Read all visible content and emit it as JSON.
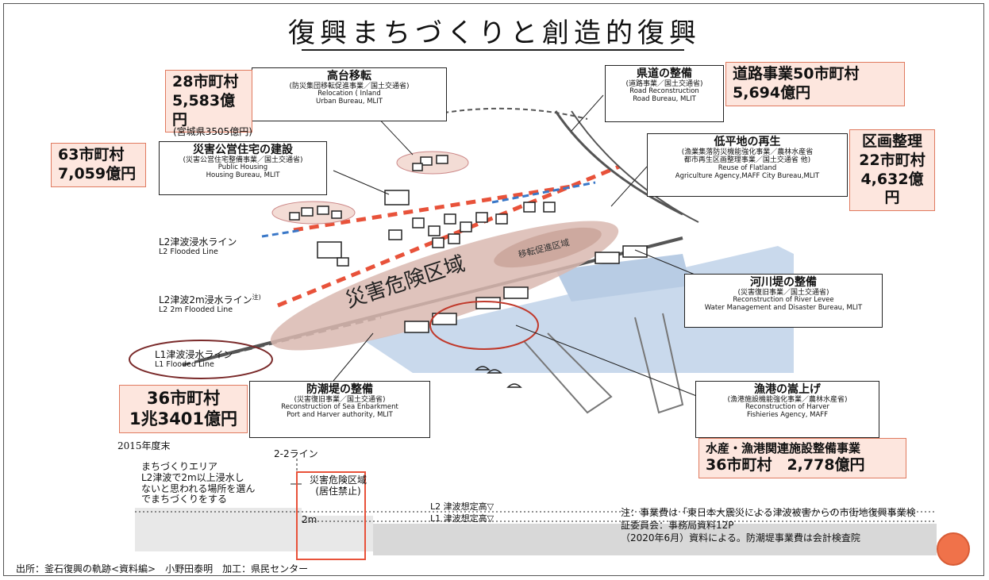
{
  "title": "復興まちづくりと創造的復興",
  "relocation": {
    "jp": "高台移転",
    "sub": "(防災集団移転促進事業／国土交通省)",
    "en1": "Relocation ( Inland",
    "en2": "Urban Bureau, MLIT",
    "count": "28市町村",
    "amount": "5,583億円",
    "note": "(宮城県3505億円)"
  },
  "public_housing": {
    "jp": "災害公営住宅の建設",
    "sub": "(災害公営住宅整備事業／国土交通省)",
    "en1": "Public Housing",
    "en2": "Housing Bureau, MLIT",
    "count": "63市町村",
    "amount": "7,059億円"
  },
  "prefectural_road": {
    "jp": "県道の整備",
    "sub": "(道路事業／国土交通省)",
    "en1": "Road Reconstruction",
    "en2": "Road Bureau, MLIT",
    "amount": "道路事業50市町村",
    "amount2": "5,694億円"
  },
  "lowland": {
    "jp": "低平地の再生",
    "sub1": "(漁業集落防災機能強化事業／農林水産省",
    "sub2": "都市再生区画整理事業／国土交通省 他)",
    "en1": "Reuse of Flatland",
    "en2": "Agriculture Agency,MAFF City Bureau,MLIT",
    "label": "区画整理",
    "count": "22市町村",
    "amount": "4,632億円"
  },
  "river_levee": {
    "jp": "河川堤の整備",
    "sub": "(災害復旧事業／国土交通省)",
    "en1": "Reconstruction of River Levee",
    "en2": "Water Management and Disaster Bureau, MLIT"
  },
  "seawall": {
    "jp": "防潮堤の整備",
    "sub": "(災害復旧事業／国土交通省)",
    "en1": "Reconstruction of Sea Enbarkment",
    "en2": "Port and Harver authority, MLIT",
    "count": "36市町村",
    "amount": "1兆3401億円",
    "as_of": "2015年度末"
  },
  "harbor": {
    "jp": "漁港の嵩上げ",
    "sub": "(漁港施設機能強化事業／農林水産省)",
    "en1": "Reconstruction of Harver",
    "en2": "Fishieries Agency, MAFF",
    "label": "水産・漁港関連施設整備事業",
    "amount": "36市町村　2,778億円"
  },
  "lines": {
    "l2_jp": "L2津波浸水ライン",
    "l2_en": "L2 Flooded Line",
    "l2m_jp": "L2津波2m浸水ライン",
    "l2m_sup": "注)",
    "l2m_en": "L2 2m Flooded Line",
    "l1_jp": "L1津波浸水ライン",
    "l1_en": "L1 Flooded Line"
  },
  "zones": {
    "danger": "災害危険区域",
    "relocation_promo": "移転促進区域"
  },
  "section": {
    "line_label": "2-2ライン",
    "area_text": [
      "まちづくりエリア",
      "L2津波で2m以上浸水し",
      "ないと思われる場所を選ん",
      "でまちづくりをする"
    ],
    "danger_label": "災害危険区域",
    "danger_sub": "(居住禁止)",
    "depth": "2m",
    "l2_level": "L2 津波想定高▽",
    "l1_level": "L1 津波想定高▽"
  },
  "note": [
    "注：事業費は「東日本大震災による津波被害からの市街地復興事業検",
    "証委員会：事務局資料12P",
    "（2020年6月）資料による。防潮堤事業費は会計検査院"
  ],
  "source": "出所：釜石復興の軌跡<資料編>　小野田泰明　加工：県民センター",
  "colors": {
    "highlight_fill": "#fde6de",
    "highlight_border": "#e07a5f",
    "danger_zone": "#d9b8b0",
    "sea": "#b8cce4",
    "red_line": "#e8523a",
    "blue_line": "#3a78c8",
    "stamp": "#f0724a"
  }
}
